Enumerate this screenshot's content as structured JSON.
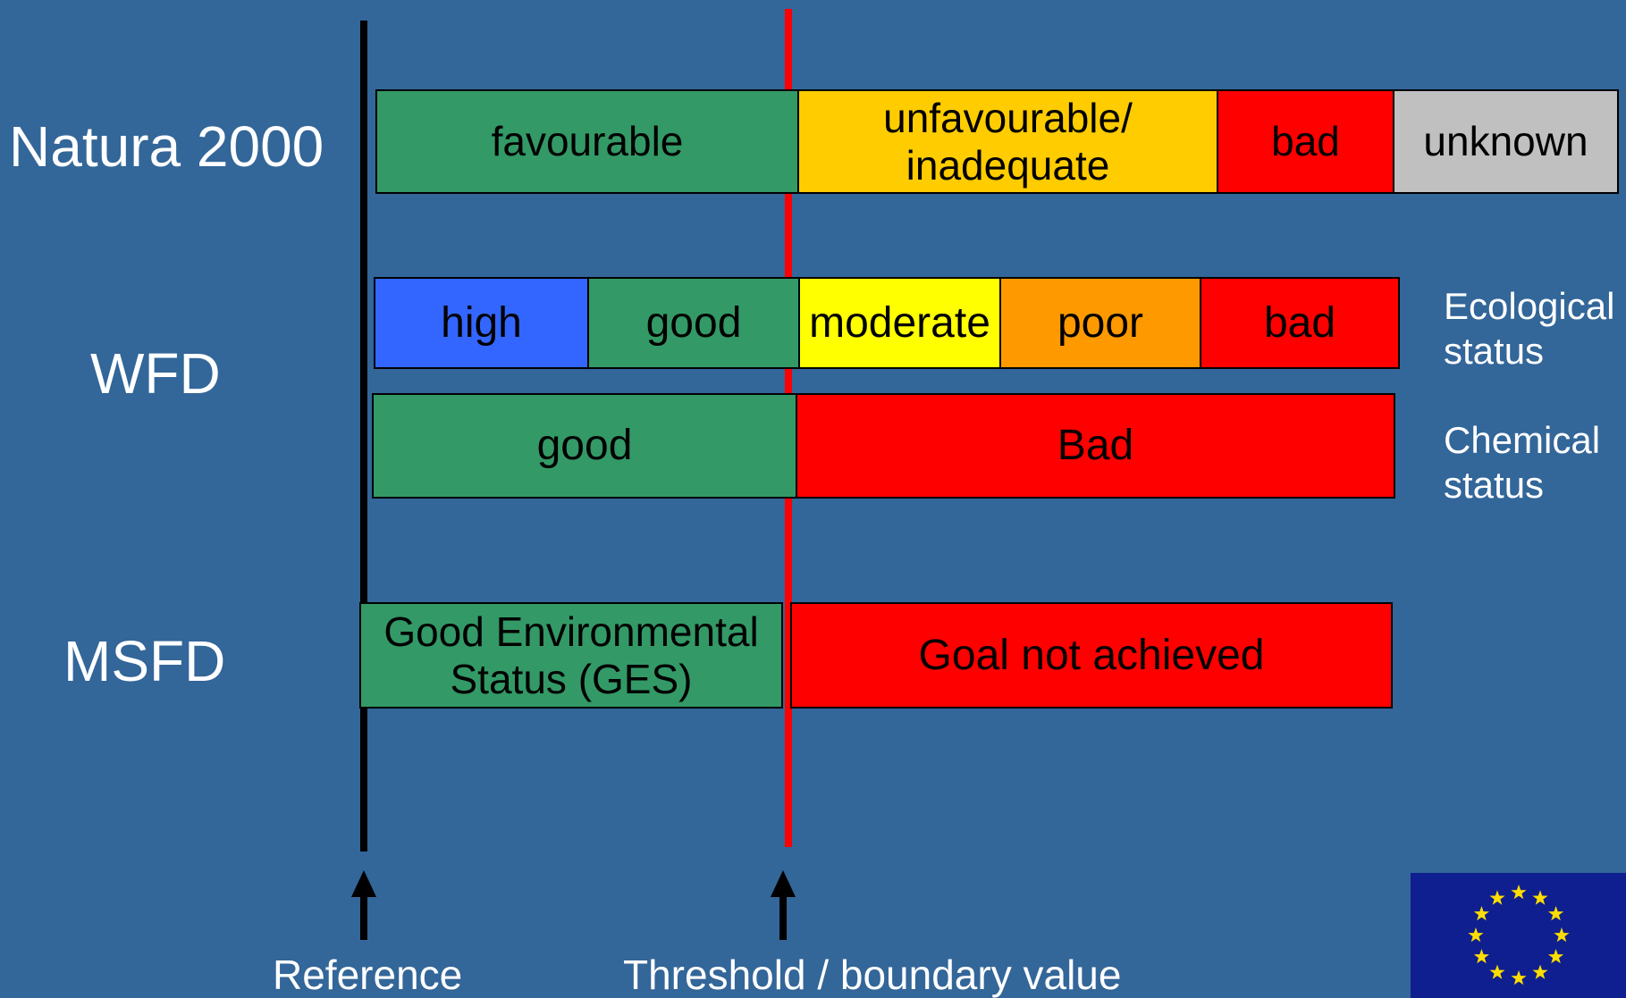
{
  "rows": {
    "natura": {
      "label": "Natura 2000"
    },
    "wfd": {
      "label": "WFD"
    },
    "msfd": {
      "label": "MSFD"
    }
  },
  "natura_bar": {
    "segments": [
      {
        "label": "favourable",
        "color": "#339966"
      },
      {
        "label": "unfavourable/\ninadequate",
        "color": "#FFCC00"
      },
      {
        "label": "bad",
        "color": "#FF0000"
      },
      {
        "label": "unknown",
        "color": "#C0C0C0"
      }
    ]
  },
  "wfd_ecological_bar": {
    "segments": [
      {
        "label": "high",
        "color": "#3366FF"
      },
      {
        "label": "good",
        "color": "#339966"
      },
      {
        "label": "moderate",
        "color": "#FFFF00"
      },
      {
        "label": "poor",
        "color": "#FF9900"
      },
      {
        "label": "bad",
        "color": "#FF0000"
      }
    ],
    "side_label": [
      "Ecological",
      "status"
    ]
  },
  "wfd_chemical_bar": {
    "segments": [
      {
        "label": "good",
        "color": "#339966"
      },
      {
        "label": "Bad",
        "color": "#FF0000"
      }
    ],
    "side_label": [
      "Chemical",
      "status"
    ]
  },
  "msfd_bar": {
    "segments": [
      {
        "label": "Good Environmental\nStatus (GES)",
        "color": "#339966"
      },
      {
        "label": "Goal not achieved",
        "color": "#FF0000"
      }
    ]
  },
  "reference_line": {
    "label": "Reference",
    "color": "#000000"
  },
  "threshold_line": {
    "label": "Threshold / boundary value",
    "color": "#FF0000"
  },
  "colors": {
    "background": "#336699",
    "flag_blue": "#0F1F8F",
    "flag_star": "#FFDD00"
  },
  "logo": {
    "icon": "eu-flag-icon"
  }
}
